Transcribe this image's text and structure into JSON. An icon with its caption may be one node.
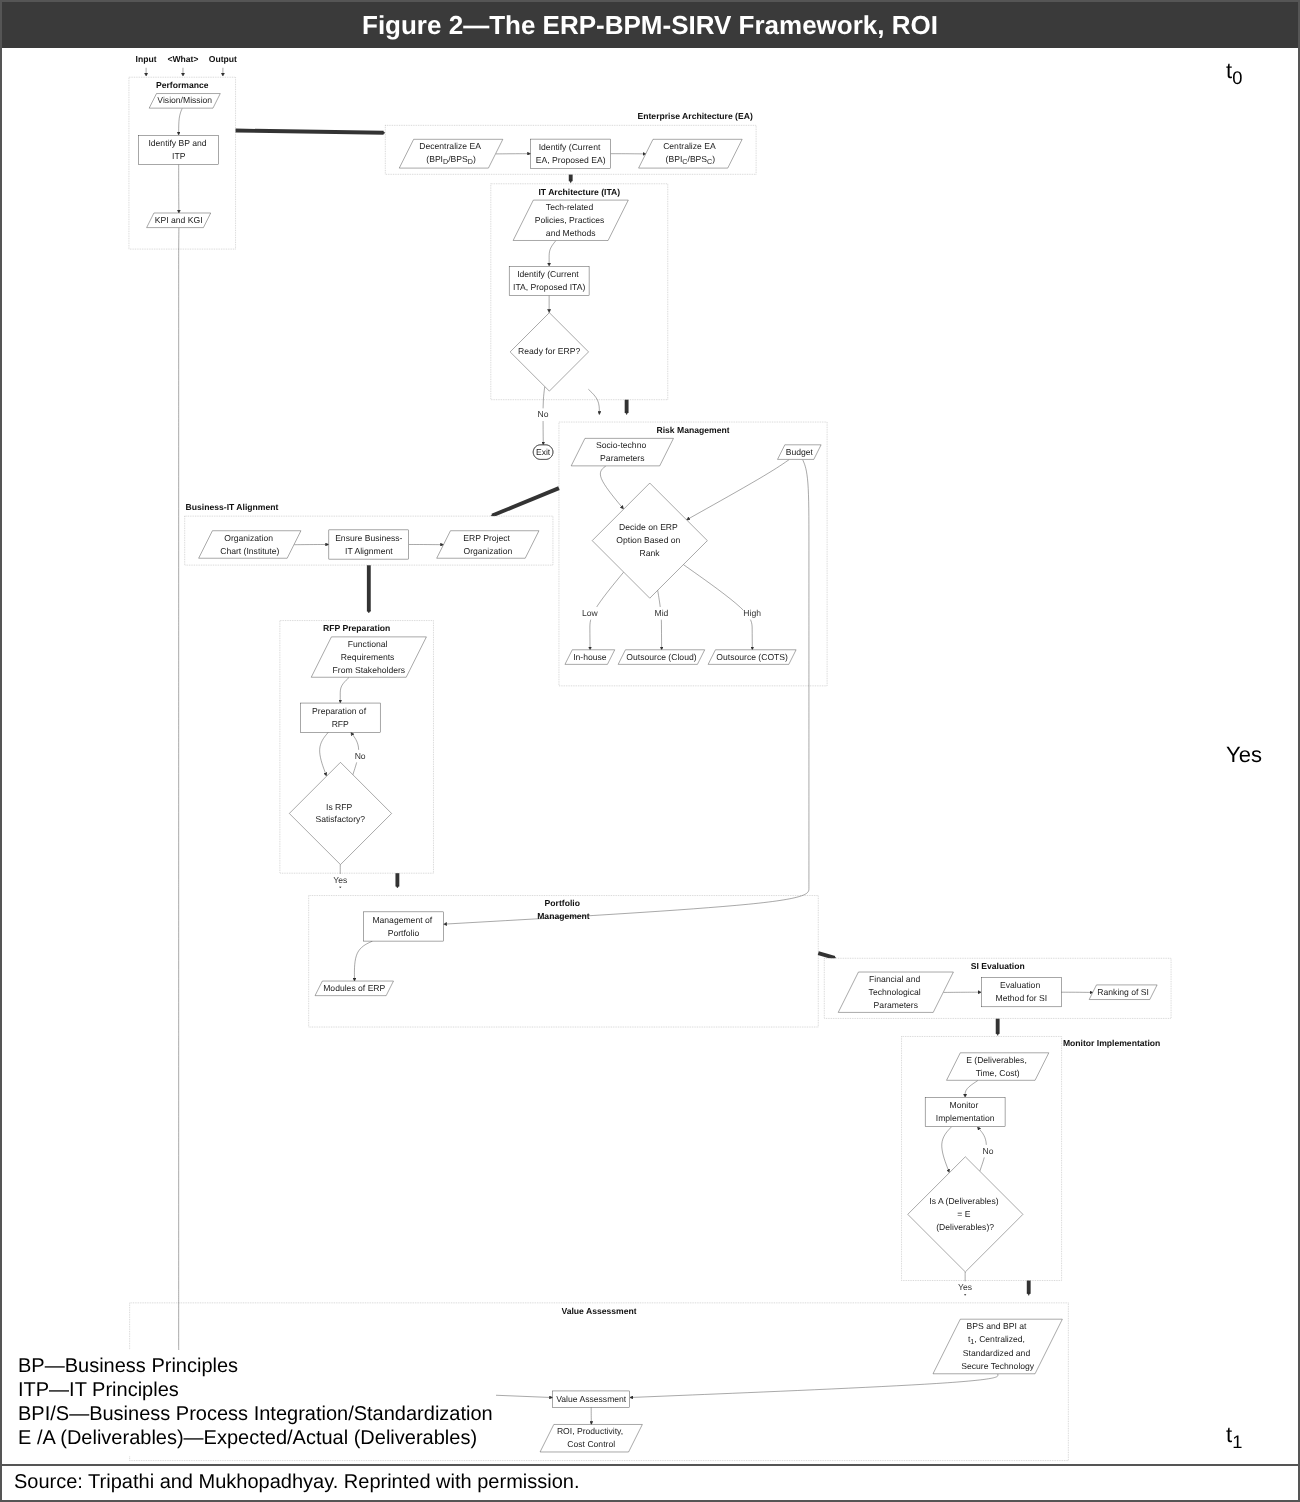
{
  "diagram": {
    "title": "Figure 2—The ERP-BPM-SIRV Framework, ROI",
    "caption": "Source: Tripathi and Mukhopadhyay. Reprinted with permission.",
    "nodes": [
      {
        "text": [
          "Input"
        ]
      },
      {
        "text": [
          "<What>"
        ]
      },
      {
        "text": [
          "Output"
        ]
      },
      {
        "text": [
          "Performance"
        ]
      },
      {
        "text": [
          "Vision/Mission"
        ],
        "in": 3
      },
      {
        "text": [
          "Identify BP and ITP"
        ],
        "in": 3
      },
      {
        "text": [
          "KPI and KGI"
        ],
        "in": 3
      },
      {
        "text": [
          "Enterprise Architecture (EA)"
        ]
      },
      {
        "text": [
          "Decentralize EA (BPI$_{D}$/BPS$_{D}$)"
        ],
        "in": 7
      },
      {
        "text": [
          "Identify (Current EA, Proposed EA)"
        ],
        "in": 7
      },
      {
        "text": [
          "Centralize EA (BPI$_{C}$/BPS$_{C}$)"
        ],
        "in": 7
      },
      {
        "text": [
          "IT Architecture (ITA)"
        ]
      },
      {
        "text": [
          "Tech-related Policies, Practices and Methods"
        ],
        "in": 11
      },
      {
        "text": [
          "Identify (Current ITA, Proposed ITA)"
        ],
        "in": 11
      },
      {
        "text": [
          "Ready for ERP?"
        ],
        "in": 11
      },
      {
        "text": [
          "Exit"
        ]
      },
      {
        "text": [
          "Risk Management"
        ]
      },
      {
        "text": [
          "Socio-techno Parameters"
        ],
        "in": 16
      },
      {
        "text": [
          "Budget"
        ],
        "in": 16
      },
      {
        "text": [
          "Decide on ERP Option Based on Rank"
        ],
        "in": 16
      },
      {
        "text": [
          "In-house"
        ],
        "in": 16
      },
      {
        "text": [
          "Outsource (Cloud)"
        ],
        "in": 16
      },
      {
        "text": [
          "Outsource (COTS)"
        ],
        "in": 16
      },
      {
        "text": [
          "Business-IT Alignment"
        ]
      },
      {
        "text": [
          "Organization Chart (Institute)"
        ],
        "in": 23
      },
      {
        "text": [
          "Ensure Business-IT Alignment"
        ],
        "in": 23
      },
      {
        "text": [
          "ERP Project Organization"
        ],
        "in": 23
      },
      {
        "text": [
          "RFP Preparation"
        ]
      },
      {
        "text": [
          "Functional Requirements From Stakeholders"
        ],
        "in": 27
      },
      {
        "text": [
          "Preparation of RFP"
        ],
        "in": 27
      },
      {
        "text": [
          "Is RFP Satisfactory?"
        ],
        "in": 27
      },
      {
        "text": [
          "Portfolio Management"
        ]
      },
      {
        "text": [
          "Management of Portfolio"
        ],
        "in": 31
      },
      {
        "text": [
          "Modules of ERP"
        ],
        "in": 31
      },
      {
        "text": [
          "SI Evaluation"
        ]
      },
      {
        "text": [
          "Financial and Technological Parameters"
        ],
        "in": 34
      },
      {
        "text": [
          "Evaluation Method for SI"
        ],
        "in": 34
      },
      {
        "text": [
          "Ranking of SI"
        ],
        "in": 34
      },
      {
        "text": [
          "Monitor Implementation"
        ]
      },
      {
        "text": [
          "E (Deliverables, Time, Cost)"
        ],
        "in": 38
      },
      {
        "text": [
          "Monitor Implementation"
        ],
        "in": 38
      },
      {
        "text": [
          "Is A (Deliverables) = E (Deliverables)?"
        ],
        "in": 38
      },
      {
        "text": [
          "Value Assessment"
        ]
      },
      {
        "text": [
          "BPS and BPI at t$_{1}$, Centralized, Standardized and Secure Technology"
        ],
        "in": 42
      },
      {
        "text": [
          "Value Assessment"
        ],
        "in": 42
      },
      {
        "text": [
          "ROI, Productivity, Cost Control"
        ],
        "in": 42
      }
    ],
    "edges": [
      {
        "from": 0,
        "to": 3,
        "arrow": "to"
      },
      {
        "from": 1,
        "to": 3,
        "arrow": "to"
      },
      {
        "from": 2,
        "to": 3,
        "arrow": "to"
      },
      {
        "from": 4,
        "to": 5,
        "arrow": "to"
      },
      {
        "from": 5,
        "to": 6,
        "arrow": "to"
      },
      {
        "from": 6,
        "to": 44,
        "arrow": "to"
      },
      {
        "from": 3,
        "to": 7,
        "arrow": "to",
        "style": "thick"
      },
      {
        "from": 8,
        "to": 9,
        "arrow": "to"
      },
      {
        "from": 9,
        "to": 10,
        "arrow": "to"
      },
      {
        "from": 7,
        "to": 11,
        "arrow": "to",
        "style": "thick"
      },
      {
        "from": 12,
        "to": 13,
        "arrow": "to"
      },
      {
        "from": 13,
        "to": 14,
        "arrow": "to"
      },
      {
        "from": 14,
        "to": 15,
        "arrow": "to",
        "label": "No"
      },
      {
        "from": 14,
        "to": 16,
        "arrow": "to"
      },
      {
        "from": 11,
        "to": 16,
        "arrow": "to",
        "style": "thick"
      },
      {
        "from": 17,
        "to": 19,
        "arrow": "to"
      },
      {
        "from": 18,
        "to": 19,
        "arrow": "to"
      },
      {
        "from": 19,
        "to": 20,
        "arrow": "to",
        "label": "Low"
      },
      {
        "from": 19,
        "to": 21,
        "arrow": "to",
        "label": "Mid"
      },
      {
        "from": 19,
        "to": 22,
        "arrow": "to",
        "label": "High"
      },
      {
        "from": 18,
        "to": 32,
        "arrow": "to"
      },
      {
        "from": 16,
        "to": 23,
        "arrow": "to",
        "style": "thick"
      },
      {
        "from": 24,
        "to": 25,
        "arrow": "to"
      },
      {
        "from": 25,
        "to": 26,
        "arrow": "to"
      },
      {
        "from": 23,
        "to": 27,
        "arrow": "to",
        "style": "thick"
      },
      {
        "from": 28,
        "to": 29,
        "arrow": "to"
      },
      {
        "from": 29,
        "to": 30,
        "arrow": "to"
      },
      {
        "from": 30,
        "to": 29,
        "arrow": "to",
        "label": "No"
      },
      {
        "from": 30,
        "to": 31,
        "arrow": "to",
        "label": "Yes"
      },
      {
        "from": 27,
        "to": 31,
        "arrow": "to",
        "style": "thick"
      },
      {
        "from": 32,
        "to": 33,
        "arrow": "to"
      },
      {
        "from": 31,
        "to": 34,
        "arrow": "to",
        "style": "thick"
      },
      {
        "from": 35,
        "to": 36,
        "arrow": "to"
      },
      {
        "from": 36,
        "to": 37,
        "arrow": "to"
      },
      {
        "from": 34,
        "to": 38,
        "arrow": "to",
        "style": "thick"
      },
      {
        "from": 39,
        "to": 40,
        "arrow": "to"
      },
      {
        "from": 40,
        "to": 41,
        "arrow": "to"
      },
      {
        "from": 41,
        "to": 40,
        "arrow": "to",
        "label": "No"
      },
      {
        "from": 41,
        "to": 42,
        "arrow": "to",
        "label": "Yes"
      },
      {
        "from": 38,
        "to": 42,
        "arrow": "to",
        "style": "thick"
      },
      {
        "from": 43,
        "to": 44,
        "arrow": "to"
      },
      {
        "from": 44,
        "to": 45,
        "arrow": "to"
      }
    ],
    "labels": [
      "t$_{0}$",
      "Yes",
      "t$_{1}$",
      "BP—Business Principles",
      "ITP—IT Principles",
      "BPI/S—Business Process Integration/Standardization",
      "E /A (Deliverables)—Expected/Actual (Deliverables)"
    ]
  }
}
